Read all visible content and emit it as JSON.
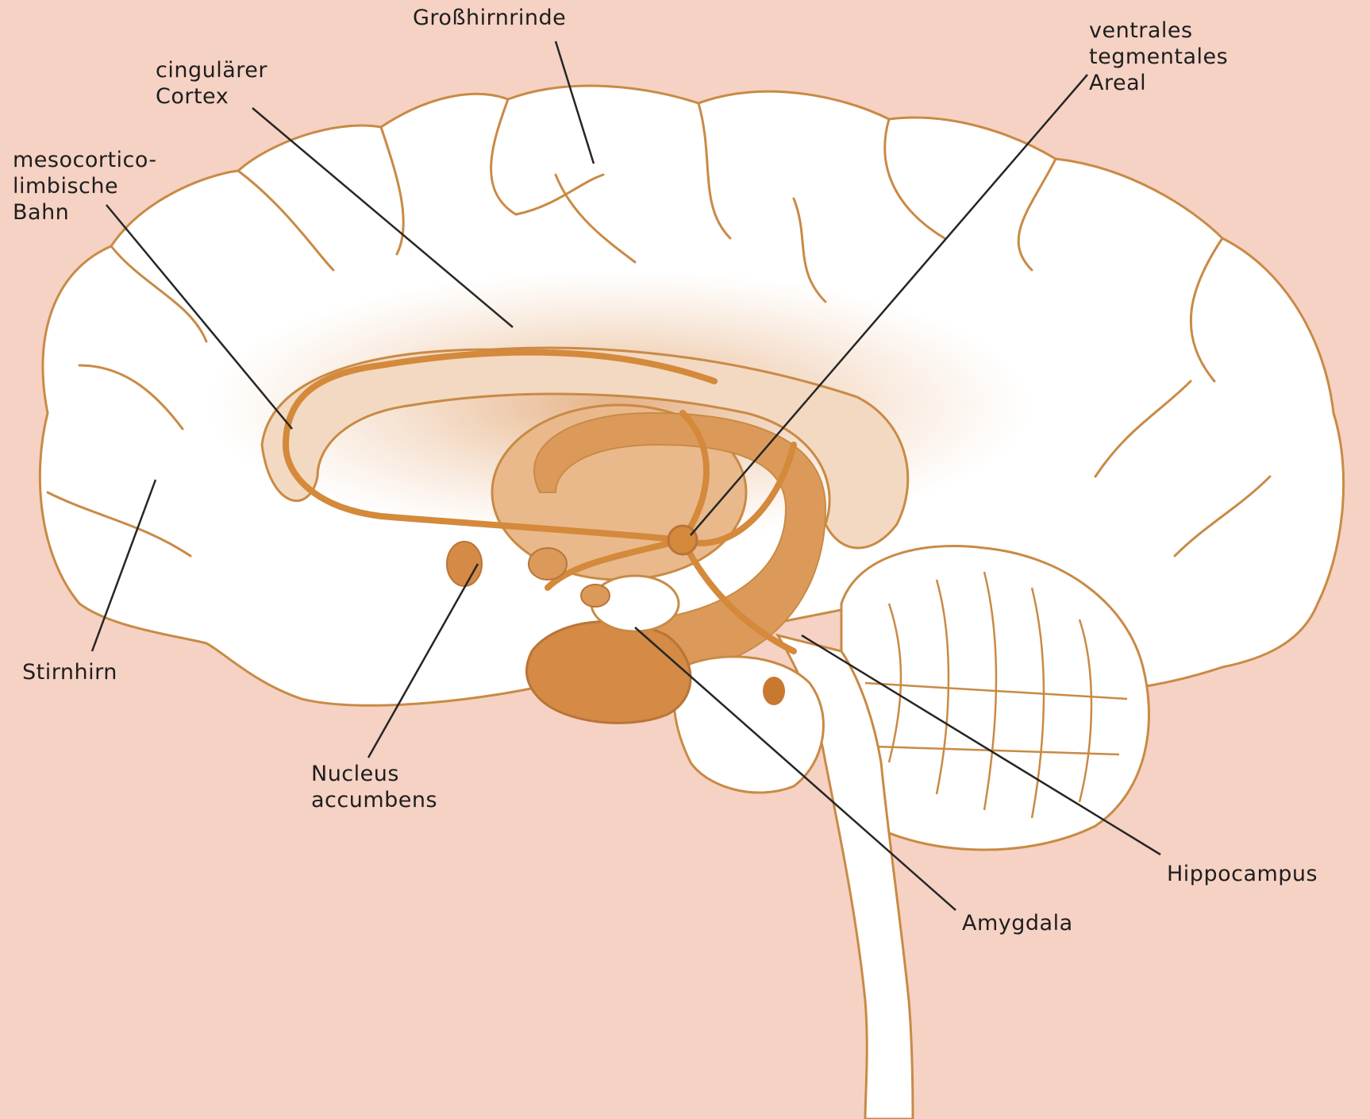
{
  "labels": {
    "grosshirnrinde": "Großhirnrinde",
    "cingulaerer_cortex": "cingulärer\nCortex",
    "mesocorticolimbische_bahn": "mesocortico-\nlimbische\nBahn",
    "ventrales_tegmentales_areal": "ventrales\ntegmentales\nAreal",
    "stirnhirn": "Stirnhirn",
    "nucleus_accumbens": "Nucleus\naccumbens",
    "hippocampus": "Hippocampus",
    "amygdala": "Amygdala"
  },
  "colors": {
    "background": "#f6d2c4",
    "outline": "#c98a45",
    "pathway": "#d4893b",
    "structure_fill": "#d98c44",
    "shading": "#e7b68c",
    "leader_line": "#262626"
  }
}
